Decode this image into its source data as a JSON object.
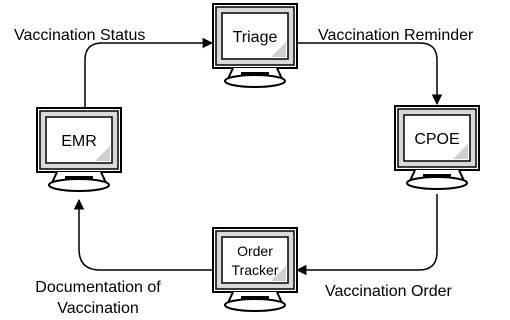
{
  "nodes": {
    "triage": {
      "label": "Triage",
      "icon": "computer-monitor-icon"
    },
    "cpoe": {
      "label": "CPOE",
      "icon": "computer-monitor-icon"
    },
    "order_tracker": {
      "label_line1": "Order",
      "label_line2": "Tracker",
      "icon": "computer-monitor-icon"
    },
    "emr": {
      "label": "EMR",
      "icon": "computer-monitor-icon"
    }
  },
  "edges": {
    "emr_to_triage": "Vaccination Status",
    "triage_to_cpoe": "Vaccination Reminder",
    "cpoe_to_order_tracker": "Vaccination Order",
    "order_tracker_to_emr_line1": "Documentation of",
    "order_tracker_to_emr_line2": "Vaccination"
  },
  "colors": {
    "stroke": "#000000",
    "screen": "#ffffff",
    "bezel_shade": "#d9d9d9"
  }
}
